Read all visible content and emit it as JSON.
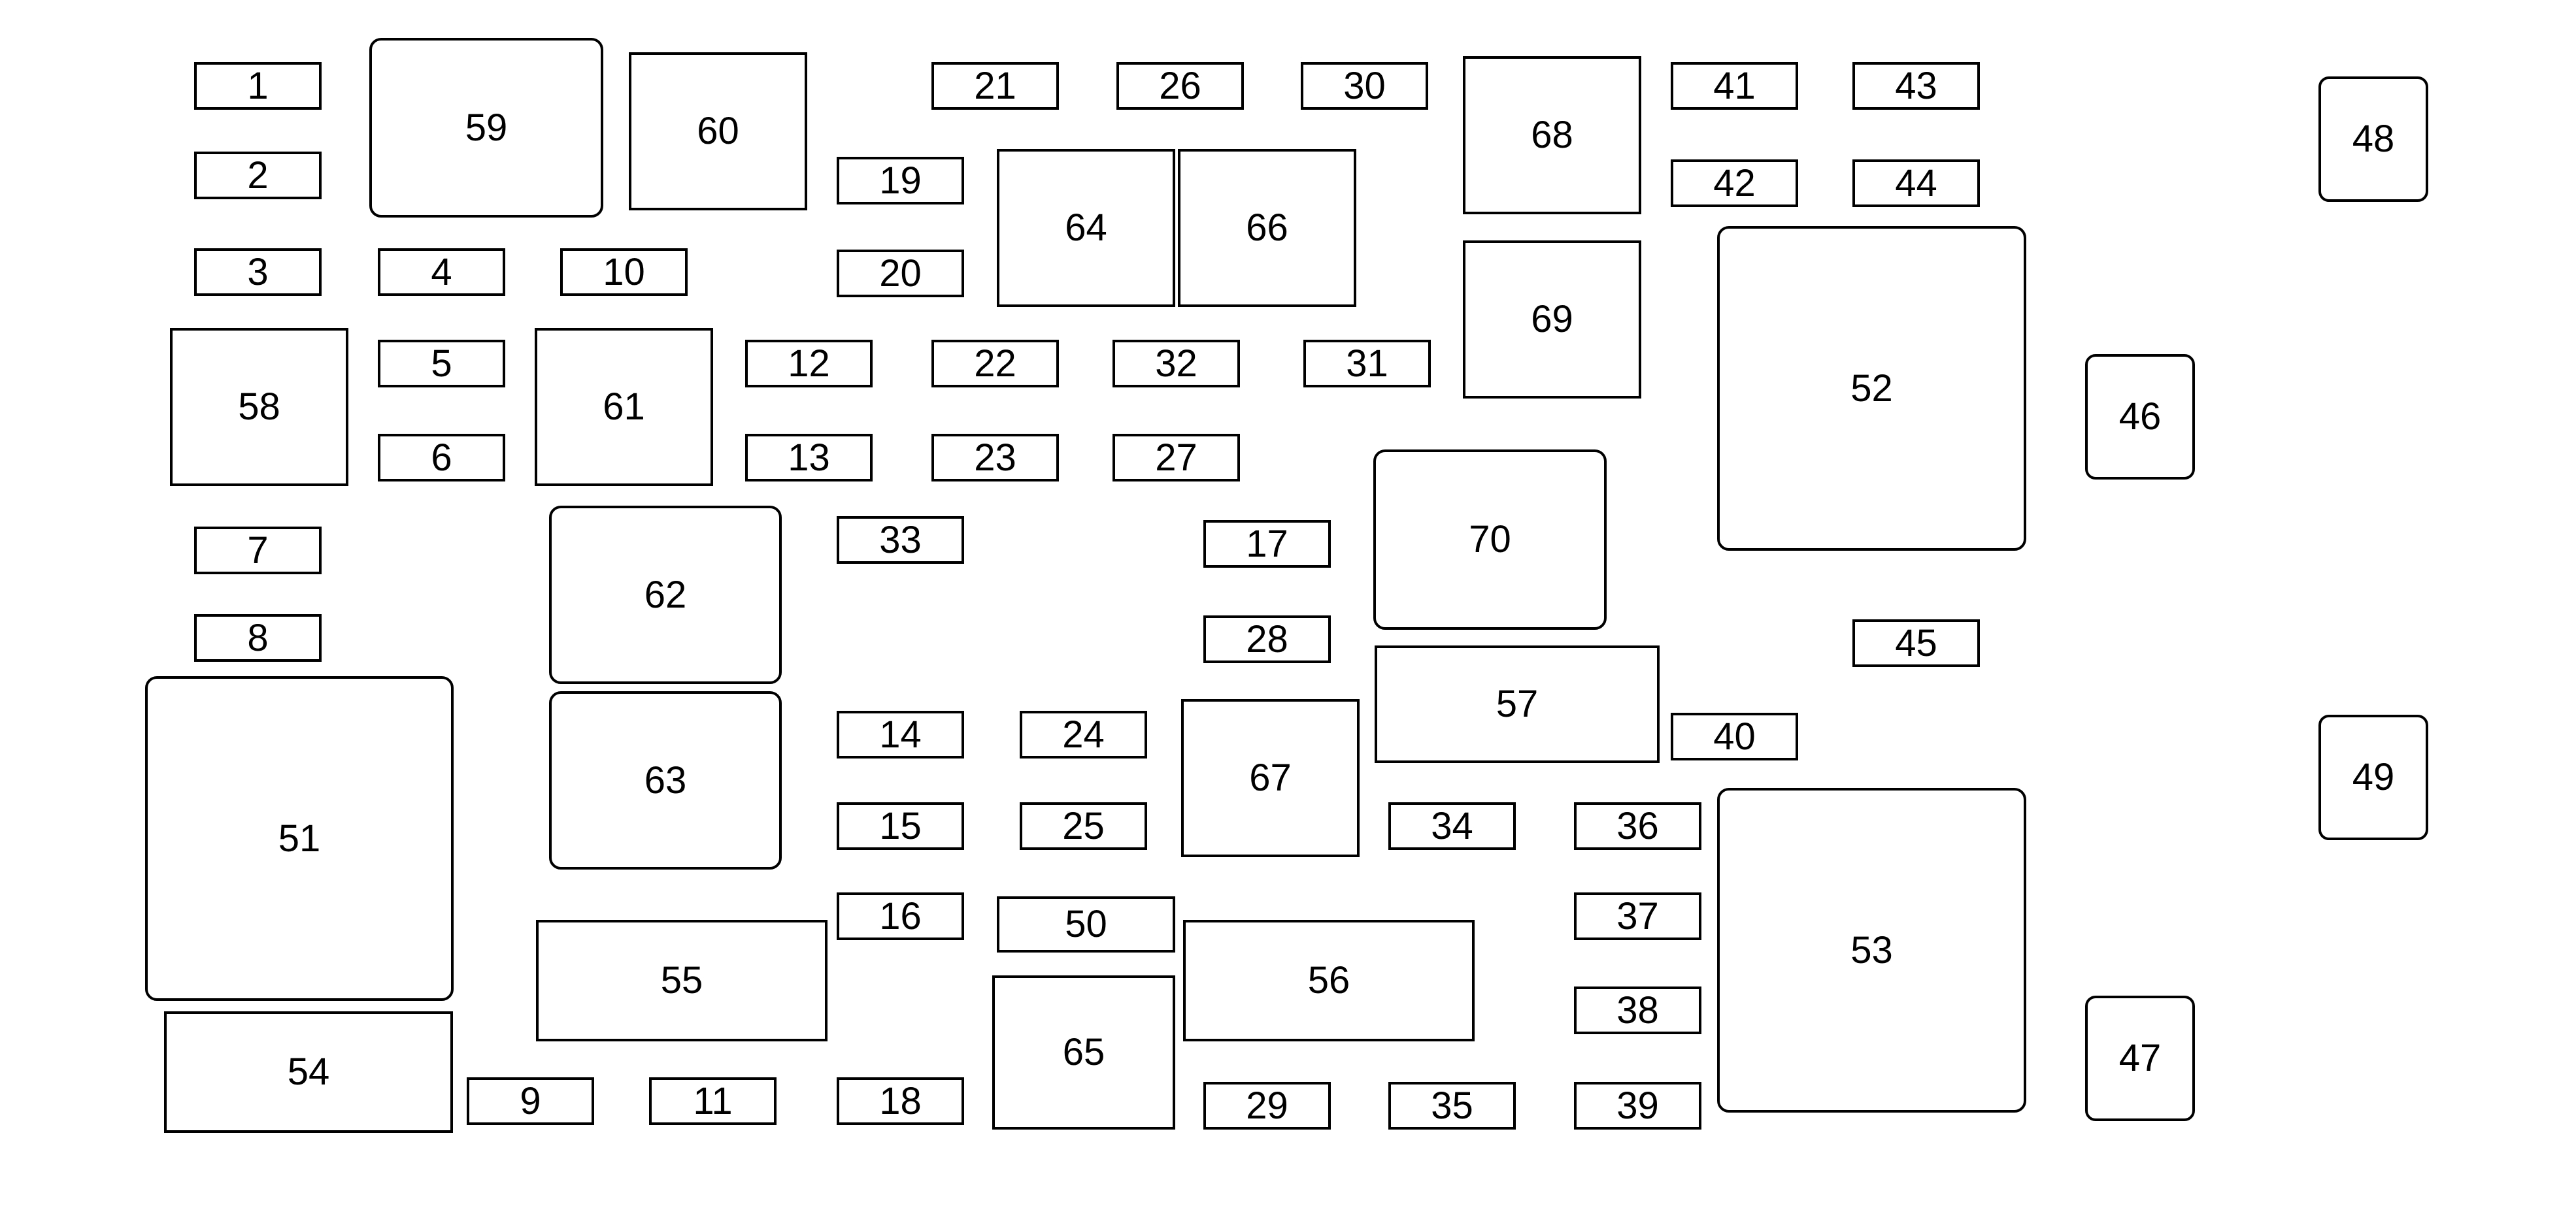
{
  "diagram": {
    "title": "",
    "colors": {
      "line": "#000000",
      "background": "#ffffff"
    },
    "slots": [
      {
        "id": "1",
        "label": "1"
      },
      {
        "id": "2",
        "label": "2"
      },
      {
        "id": "3",
        "label": "3"
      },
      {
        "id": "4",
        "label": "4"
      },
      {
        "id": "5",
        "label": "5"
      },
      {
        "id": "6",
        "label": "6"
      },
      {
        "id": "7",
        "label": "7"
      },
      {
        "id": "8",
        "label": "8"
      },
      {
        "id": "9",
        "label": "9"
      },
      {
        "id": "10",
        "label": "10"
      },
      {
        "id": "11",
        "label": "11"
      },
      {
        "id": "12",
        "label": "12"
      },
      {
        "id": "13",
        "label": "13"
      },
      {
        "id": "14",
        "label": "14"
      },
      {
        "id": "15",
        "label": "15"
      },
      {
        "id": "16",
        "label": "16"
      },
      {
        "id": "17",
        "label": "17"
      },
      {
        "id": "18",
        "label": "18"
      },
      {
        "id": "19",
        "label": "19"
      },
      {
        "id": "20",
        "label": "20"
      },
      {
        "id": "21",
        "label": "21"
      },
      {
        "id": "22",
        "label": "22"
      },
      {
        "id": "23",
        "label": "23"
      },
      {
        "id": "24",
        "label": "24"
      },
      {
        "id": "25",
        "label": "25"
      },
      {
        "id": "26",
        "label": "26"
      },
      {
        "id": "27",
        "label": "27"
      },
      {
        "id": "28",
        "label": "28"
      },
      {
        "id": "29",
        "label": "29"
      },
      {
        "id": "30",
        "label": "30"
      },
      {
        "id": "31",
        "label": "31"
      },
      {
        "id": "32",
        "label": "32"
      },
      {
        "id": "33",
        "label": "33"
      },
      {
        "id": "34",
        "label": "34"
      },
      {
        "id": "35",
        "label": "35"
      },
      {
        "id": "36",
        "label": "36"
      },
      {
        "id": "37",
        "label": "37"
      },
      {
        "id": "38",
        "label": "38"
      },
      {
        "id": "39",
        "label": "39"
      },
      {
        "id": "40",
        "label": "40"
      },
      {
        "id": "41",
        "label": "41"
      },
      {
        "id": "42",
        "label": "42"
      },
      {
        "id": "43",
        "label": "43"
      },
      {
        "id": "44",
        "label": "44"
      },
      {
        "id": "45",
        "label": "45"
      },
      {
        "id": "46",
        "label": "46"
      },
      {
        "id": "47",
        "label": "47"
      },
      {
        "id": "48",
        "label": "48"
      },
      {
        "id": "49",
        "label": "49"
      },
      {
        "id": "50",
        "label": "50"
      },
      {
        "id": "51",
        "label": "51"
      },
      {
        "id": "52",
        "label": "52"
      },
      {
        "id": "53",
        "label": "53"
      },
      {
        "id": "54",
        "label": "54"
      },
      {
        "id": "55",
        "label": "55"
      },
      {
        "id": "56",
        "label": "56"
      },
      {
        "id": "57",
        "label": "57"
      },
      {
        "id": "58",
        "label": "58"
      },
      {
        "id": "59",
        "label": "59"
      },
      {
        "id": "60",
        "label": "60"
      },
      {
        "id": "61",
        "label": "61"
      },
      {
        "id": "62",
        "label": "62"
      },
      {
        "id": "63",
        "label": "63"
      },
      {
        "id": "64",
        "label": "64"
      },
      {
        "id": "65",
        "label": "65"
      },
      {
        "id": "66",
        "label": "66"
      },
      {
        "id": "67",
        "label": "67"
      },
      {
        "id": "68",
        "label": "68"
      },
      {
        "id": "69",
        "label": "69"
      },
      {
        "id": "70",
        "label": "70"
      }
    ]
  }
}
